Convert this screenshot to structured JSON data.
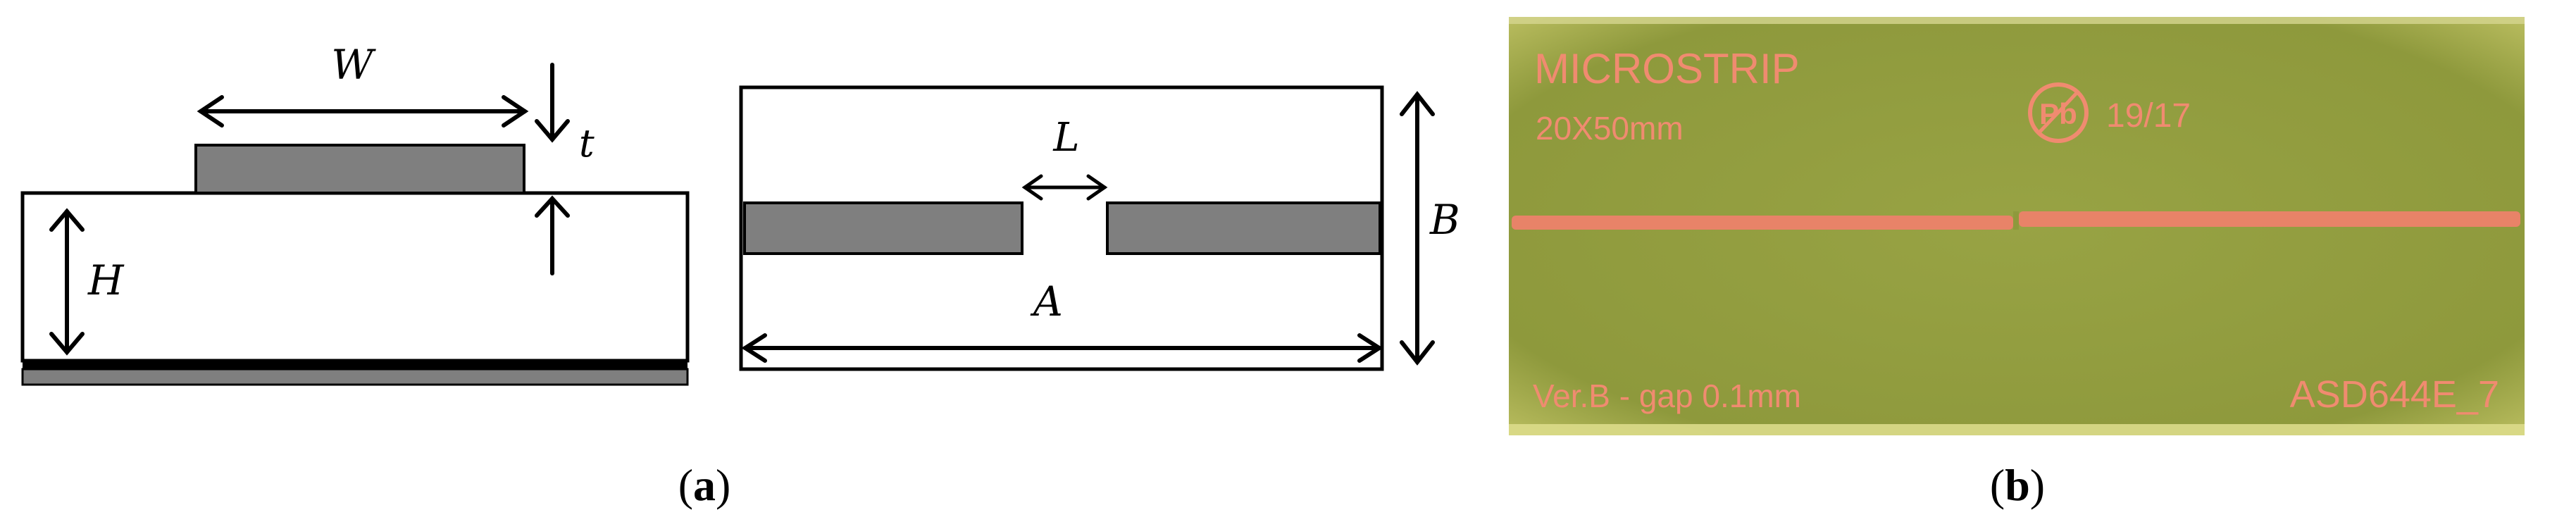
{
  "figure": {
    "cross_section": {
      "labels": {
        "width": "W",
        "thickness": "t",
        "height": "H"
      }
    },
    "top_view": {
      "labels": {
        "gap": "L",
        "length": "A",
        "board_width": "B"
      }
    },
    "photo": {
      "title": "MICROSTRIP",
      "size": "20X50mm",
      "pb_symbol": "Pb",
      "date_code": "19/17",
      "version_note": "Ver.B - gap 0.1mm",
      "part_code": "ASD644E_7",
      "colors": {
        "board": "#8f9a3c",
        "copper": "#e88368",
        "text": "#f08b70"
      }
    },
    "captions": {
      "a": {
        "open": "(",
        "letter": "a",
        "close": ")"
      },
      "b": {
        "open": "(",
        "letter": "b",
        "close": ")"
      }
    }
  }
}
